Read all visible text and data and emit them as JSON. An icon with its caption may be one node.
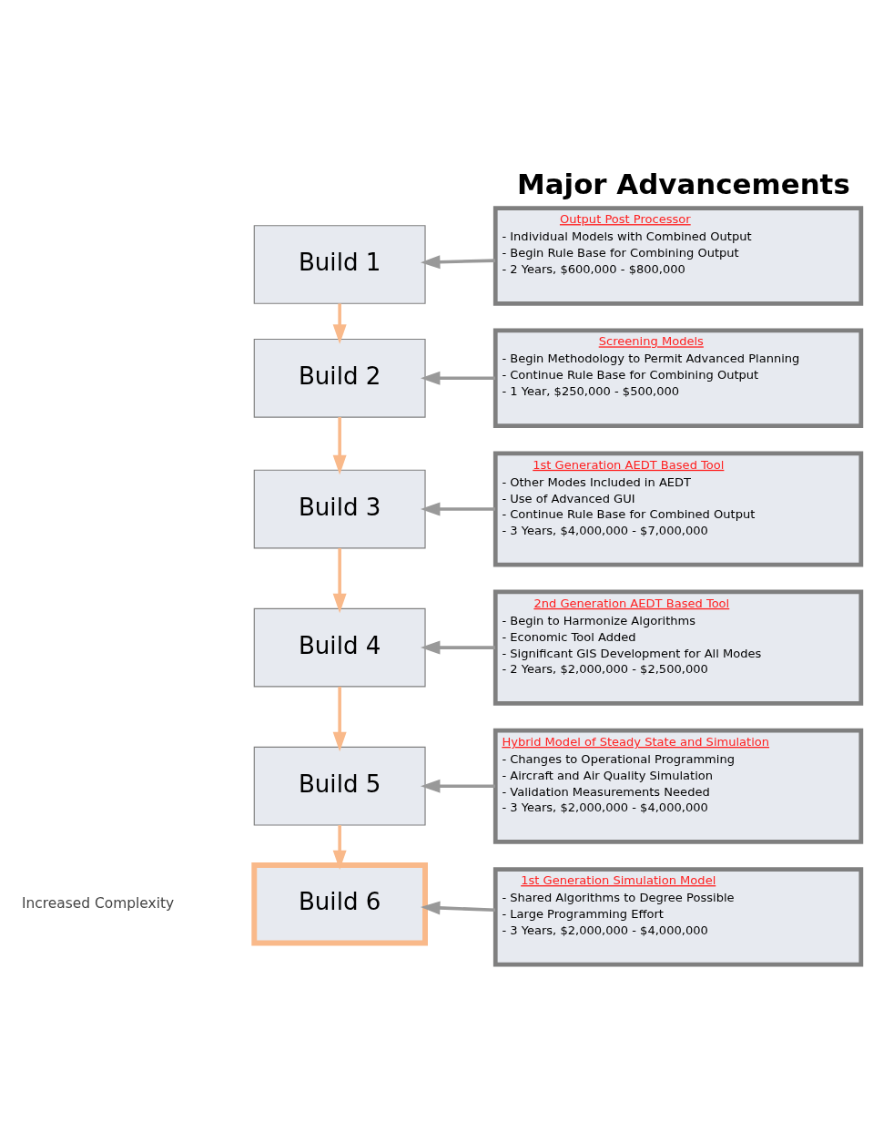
{
  "diagram": {
    "title": "Major Advancements",
    "nodes": [
      {
        "text": [
          "Build 1"
        ]
      },
      {
        "text": [
          "Build 2"
        ]
      },
      {
        "text": [
          "Build 3"
        ]
      },
      {
        "text": [
          "Build 4"
        ]
      },
      {
        "text": [
          "Build 5"
        ]
      },
      {
        "text": [
          "Build 6"
        ]
      },
      {
        "text": [
          "Output Post Processor",
          "- Individual Models with Combined Output",
          "- Begin Rule Base for Combining Output",
          "- 2 Years, $600,000 - $800,000"
        ]
      },
      {
        "text": [
          "Screening Models",
          "- Begin Methodology to Permit Advanced Planning",
          "- Continue Rule Base for Combining Output",
          "- 1 Year, $250,000 - $500,000"
        ]
      },
      {
        "text": [
          "1st Generation AEDT Based Tool",
          "- Other Modes Included in AEDT",
          "- Use of Advanced GUI",
          "- Continue Rule Base for Combined Output",
          "- 3 Years, $4,000,000 - $7,000,000"
        ]
      },
      {
        "text": [
          "2nd Generation AEDT Based Tool",
          "- Begin to Harmonize Algorithms",
          "- Economic Tool Added",
          "- Significant GIS Development for All Modes",
          "- 2 Years, $2,000,000 - $2,500,000"
        ]
      },
      {
        "text": [
          "Hybrid Model of Steady State and Simulation",
          "- Changes to Operational Programming",
          "- Aircraft and Air Quality Simulation",
          "- Validation Measurements Needed",
          "- 3 Years, $2,000,000 - $4,000,000"
        ]
      },
      {
        "text": [
          "1st Generation Simulation Model",
          "- Shared Algorithms to Degree Possible",
          "- Large Programming Effort",
          "- 3 Years, $2,000,000 - $4,000,000"
        ]
      }
    ],
    "edges": [
      {
        "from": 0,
        "to": 1,
        "arrow": "to",
        "color": "#f9b98a"
      },
      {
        "from": 1,
        "to": 2,
        "arrow": "to",
        "color": "#f9b98a"
      },
      {
        "from": 2,
        "to": 3,
        "arrow": "to",
        "color": "#f9b98a"
      },
      {
        "from": 3,
        "to": 4,
        "arrow": "to",
        "color": "#f9b98a"
      },
      {
        "from": 4,
        "to": 5,
        "arrow": "to",
        "color": "#f9b98a"
      },
      {
        "from": 6,
        "to": 0,
        "arrow": "to"
      },
      {
        "from": 7,
        "to": 1,
        "arrow": "to"
      },
      {
        "from": 8,
        "to": 2,
        "arrow": "to"
      },
      {
        "from": 9,
        "to": 3,
        "arrow": "to"
      },
      {
        "from": 10,
        "to": 4,
        "arrow": "to"
      },
      {
        "from": 11,
        "to": 5,
        "arrow": "to"
      }
    ],
    "labels": [
      "Increased Complexity"
    ]
  }
}
